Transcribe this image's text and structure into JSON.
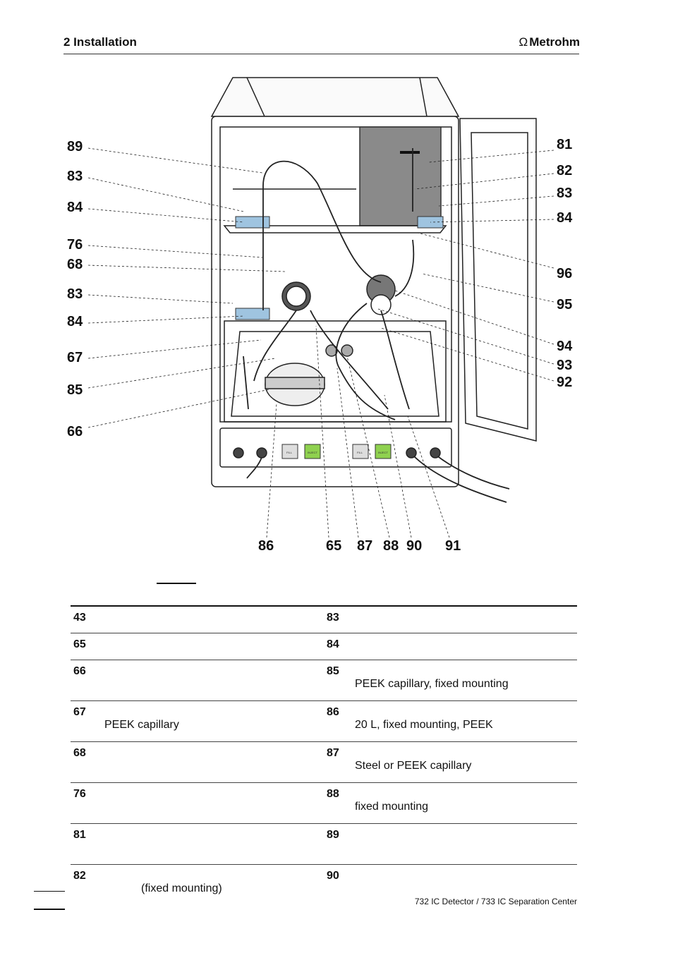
{
  "header": {
    "section": "2  Installation",
    "brand": "Metrohm",
    "brand_symbol": "Ω"
  },
  "figure": {
    "callouts_left": [
      "89",
      "83",
      "84",
      "76",
      "68",
      "83",
      "84",
      "67",
      "85",
      "66"
    ],
    "callouts_right": [
      "81",
      "82",
      "83",
      "84",
      "96",
      "95",
      "94",
      "93",
      "92"
    ],
    "callouts_bottom": [
      "86",
      "65",
      "87",
      "88",
      "90",
      "91"
    ],
    "button_labels": [
      "FILL",
      "INJECT",
      "FILL",
      "INJECT"
    ],
    "colors": {
      "blue_clamp": "#9fc4e0",
      "green_button": "#8fd14f",
      "gray_panel": "#8a8a8a"
    }
  },
  "legend": {
    "left": [
      {
        "num": "43",
        "desc": ""
      },
      {
        "num": "65",
        "desc": ""
      },
      {
        "num": "66",
        "desc": ""
      },
      {
        "num": "67",
        "desc": "PEEK capillary"
      },
      {
        "num": "68",
        "desc": ""
      },
      {
        "num": "76",
        "desc": ""
      },
      {
        "num": "81",
        "desc": ""
      },
      {
        "num": "82",
        "desc": "(fixed mounting)"
      }
    ],
    "right": [
      {
        "num": "83",
        "desc": ""
      },
      {
        "num": "84",
        "desc": ""
      },
      {
        "num": "85",
        "desc": "PEEK capillary, fixed mounting"
      },
      {
        "num": "86",
        "desc": "20   L, fixed mounting, PEEK"
      },
      {
        "num": "87",
        "desc": "Steel or PEEK capillary"
      },
      {
        "num": "88",
        "desc": "fixed mounting"
      },
      {
        "num": "89",
        "desc": ""
      },
      {
        "num": "90",
        "desc": ""
      }
    ]
  },
  "footer": {
    "product": "732 IC Detector / 733 IC Separation Center"
  }
}
